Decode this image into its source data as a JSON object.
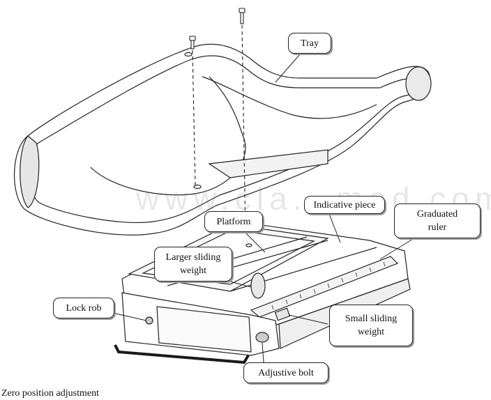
{
  "labels": {
    "tray": "Tray",
    "platform": "Platform",
    "indicative_piece": "Indicative piece",
    "graduated_ruler_line1": "Graduated",
    "graduated_ruler_line2": "ruler",
    "larger_sliding_weight_line1": "Larger sliding",
    "larger_sliding_weight_line2": "weight",
    "lock_rob": "Lock rob",
    "small_sliding_weight_line1": "Small sliding",
    "small_sliding_weight_line2": "weight",
    "adjustive_bolt": "Adjustive bolt"
  },
  "watermark": "www.cla...med.com",
  "caption": "Zero position adjustment",
  "colors": {
    "line": "#222222",
    "shade": "#d9d9d9",
    "callout_shadow": "#9a9a9a"
  }
}
